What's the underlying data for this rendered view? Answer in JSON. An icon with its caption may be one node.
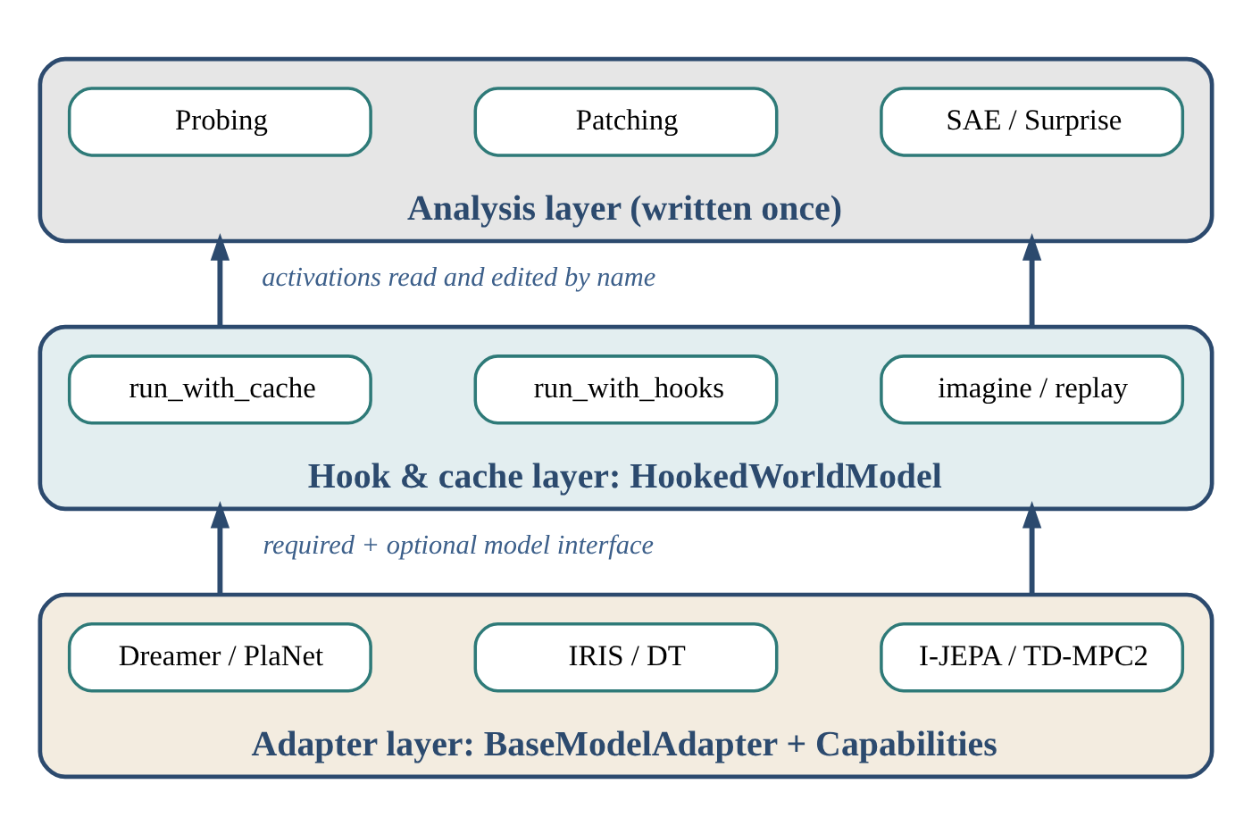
{
  "diagram": {
    "nodes": [
      {
        "text": [
          "Analysis layer (written once)"
        ]
      },
      {
        "text": [
          "Probing"
        ],
        "in": 0
      },
      {
        "text": [
          "Patching"
        ],
        "in": 0
      },
      {
        "text": [
          "SAE / Surprise"
        ],
        "in": 0
      },
      {
        "text": [
          "Hook & cache layer: HookedWorldModel"
        ]
      },
      {
        "text": [
          "run_with_cache"
        ],
        "in": 4
      },
      {
        "text": [
          "run_with_hooks"
        ],
        "in": 4
      },
      {
        "text": [
          "imagine / replay"
        ],
        "in": 4
      },
      {
        "text": [
          "Adapter layer: BaseModelAdapter + Capabilities"
        ]
      },
      {
        "text": [
          "Dreamer / PlaNet"
        ],
        "in": 8
      },
      {
        "text": [
          "IRIS / DT"
        ],
        "in": 8
      },
      {
        "text": [
          "I-JEPA / TD-MPC2"
        ],
        "in": 8
      }
    ],
    "edges": [
      {
        "from": 8,
        "to": 4,
        "arrow": "to",
        "label": "required + optional model interface"
      },
      {
        "from": 8,
        "to": 4,
        "arrow": "to"
      },
      {
        "from": 4,
        "to": 0,
        "arrow": "to",
        "label": "activations read and edited by name"
      },
      {
        "from": 4,
        "to": 0,
        "arrow": "to"
      }
    ]
  }
}
